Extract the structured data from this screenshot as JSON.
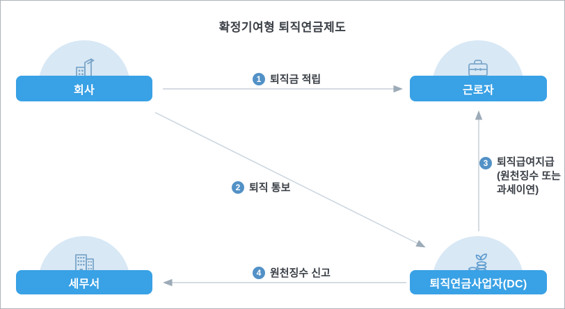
{
  "page": {
    "title": "확정기여형 퇴직연금제도"
  },
  "nodes": {
    "company": {
      "label": "회사",
      "icon": "office-building-icon"
    },
    "employee": {
      "label": "근로자",
      "icon": "briefcase-icon"
    },
    "tax_office": {
      "label": "세무서",
      "icon": "government-building-icon"
    },
    "provider": {
      "label": "퇴직연금사업자(DC)",
      "icon": "coin-stack-sprout-icon"
    }
  },
  "flows": [
    {
      "step": "1",
      "label": "퇴직금 적립",
      "from": "회사",
      "to": "근로자"
    },
    {
      "step": "2",
      "label": "퇴직 통보",
      "from": "회사",
      "to": "퇴직연금사업자(DC)"
    },
    {
      "step": "3",
      "label": "퇴직급여지급",
      "label_line2": "(원천징수 또는",
      "label_line3": "과세이연)",
      "from": "퇴직연금사업자(DC)",
      "to": "근로자"
    },
    {
      "step": "4",
      "label": "원천징수 신고",
      "from": "퇴직연금사업자(DC)",
      "to": "세무서"
    }
  ],
  "colors": {
    "node_button_blue": "#39a1e5",
    "dome_light_blue": "#d8e8f5",
    "badge_blue": "#5291c6",
    "arrow_line_gray": "#c5cfd9",
    "arrow_head_gray": "#9dabb8",
    "icon_stroke_blue": "#7ba6c9",
    "text_dark": "#3a3f46",
    "border_gray": "#adb2b8"
  }
}
